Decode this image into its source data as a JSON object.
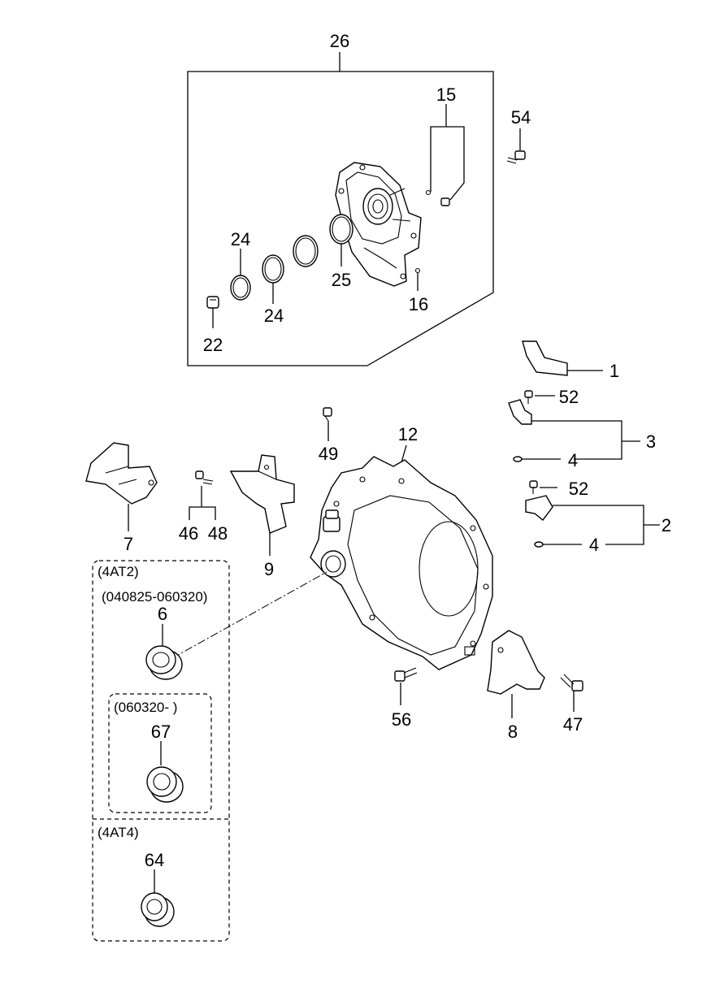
{
  "callouts": {
    "c26": "26",
    "c15": "15",
    "c54": "54",
    "c24a": "24",
    "c24b": "24",
    "c25": "25",
    "c16": "16",
    "c22": "22",
    "c1": "1",
    "c52a": "52",
    "c3": "3",
    "c4a": "4",
    "c52b": "52",
    "c2": "2",
    "c4b": "4",
    "c49": "49",
    "c12": "12",
    "c7": "7",
    "c46": "46",
    "c48": "48",
    "c9": "9",
    "c6": "6",
    "c67": "67",
    "c64": "64",
    "c56": "56",
    "c8": "8",
    "c47": "47"
  },
  "variants": {
    "group_4at2": "(4AT2)",
    "range_a": "(040825-060320)",
    "range_b": "(060320- )",
    "group_4at4": "(4AT4)"
  }
}
